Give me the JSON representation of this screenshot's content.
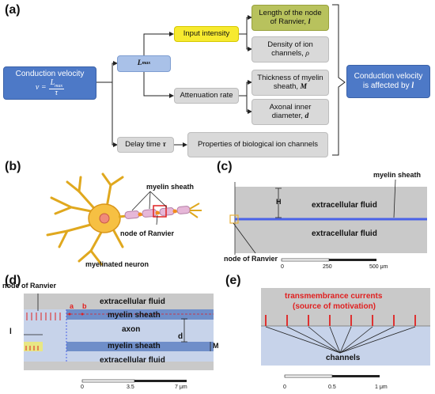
{
  "panels": {
    "a": "(a)",
    "b": "(b)",
    "c": "(c)",
    "d": "(d)",
    "e": "(e)"
  },
  "a": {
    "cv_title": "Conduction velocity",
    "formula_v": "v =",
    "formula_num": "L",
    "formula_num_sub": "max",
    "formula_den": "τ",
    "lmax": "L",
    "lmax_sub": "max",
    "input_intensity": "Input intensity",
    "length_node": "Length of the node of Ranvier,",
    "length_node_var": "l",
    "density": "Density of ion channels,",
    "density_var": "ρ",
    "attenuation": "Attenuation rate",
    "thickness": "Thickness of myelin sheath,",
    "thickness_var": "M",
    "axonal": "Axonal inner diameter,",
    "axonal_var": "d",
    "delay": "Delay time",
    "delay_var": "τ",
    "properties": "Properties of biological ion channels",
    "affected": "Conduction velocity is affected by",
    "affected_var": "l"
  },
  "b": {
    "myelin_sheath": "myelin sheath",
    "node_of_ranvier": "node of Ranvier",
    "myelinated_neuron": "myelinated neuron"
  },
  "c": {
    "myelin_sheath": "myelin sheath",
    "extracellular_top": "extracellular fluid",
    "extracellular_bottom": "extracellular fluid",
    "H": "H",
    "node_of_ranvier": "node of Ranvier",
    "scale_0": "0",
    "scale_250": "250",
    "scale_500": "500 μm"
  },
  "d": {
    "node_of_ranvier": "node of Ranvier",
    "a": "a",
    "b": "b",
    "extracellular_top": "extracellular fluid",
    "myelin_top": "myelin sheath",
    "axon": "axon",
    "d": "d",
    "l": "l",
    "myelin_bottom": "myelin sheath",
    "M": "M",
    "extracellular_bottom": "extracellular fluid",
    "scale_0": "0",
    "scale_35": "3.5",
    "scale_7": "7 μm"
  },
  "e": {
    "title1": "transmembrance currents",
    "title2": "(source of motivation)",
    "channels": "channels",
    "scale_0": "0",
    "scale_05": "0.5",
    "scale_1": "1 μm"
  },
  "colors": {
    "box_blue": "#4d79c7",
    "box_lightblue": "#a9c1e8",
    "box_yellow": "#f7ea2f",
    "box_olive": "#b8c25d",
    "box_gray": "#d9d9d9",
    "fluid_gray": "#c9c9c9",
    "axon_blue": "#c7d3ea",
    "myelin_blue": "#6f8ec9",
    "current_red": "#e02020"
  }
}
